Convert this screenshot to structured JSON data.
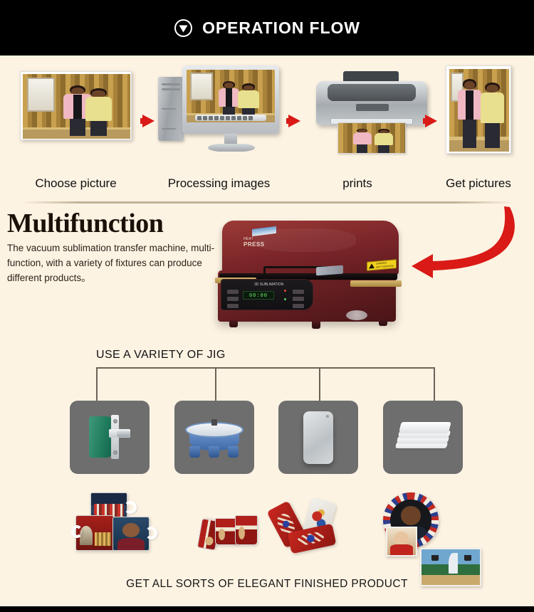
{
  "header": {
    "title": "OPERATION FLOW",
    "icon": "chevron-down-circle-icon",
    "background_color": "#000000",
    "text_color": "#FFFFFF"
  },
  "page": {
    "background_color": "#FDF3E3"
  },
  "flow": {
    "steps": [
      {
        "label": "Choose picture",
        "image": "couple-photo"
      },
      {
        "label": "Processing images",
        "image": "desktop-computer-with-photo"
      },
      {
        "label": "prints",
        "image": "inkjet-printer-printing-photo"
      },
      {
        "label": "Get pictures",
        "image": "printed-couple-photo"
      }
    ],
    "separator_icon": "red-arrow-right",
    "separator_color": "#D91A16"
  },
  "multifunction": {
    "title": "Multifunction",
    "description": "The vacuum sublimation transfer machine, multi-function, with a variety of fixtures can produce different products。",
    "machine": {
      "name": "3d-vacuum-heat-press-machine",
      "body_color": "#7A2529",
      "label_top": "HEAT",
      "label_top_bold": "PRESS",
      "warning_sticker": "warning-label-yellow",
      "display_text": "00:00",
      "panel_color": "#141214"
    },
    "pointer_icon": "curved-red-arrow-left",
    "pointer_color": "#D91A16"
  },
  "jigs": {
    "title": "USE A VARIETY OF JIG",
    "items": [
      {
        "name": "mug-jig",
        "color": "#1F7A5C"
      },
      {
        "name": "plate-jig",
        "color": "#3F6AA8"
      },
      {
        "name": "phone-case-jig",
        "color": "#C6CBCF"
      },
      {
        "name": "towel-cloth-jig",
        "color": "#FFFFFF"
      }
    ],
    "tile_background": "#6E6E6E"
  },
  "products": {
    "caption": "GET ALL SORTS OF ELEGANT FINISHED PRODUCT",
    "items": [
      {
        "name": "printed-mugs"
      },
      {
        "name": "printed-glasses"
      },
      {
        "name": "printed-phone-cases"
      },
      {
        "name": "printed-plates-and-tiles"
      }
    ]
  }
}
